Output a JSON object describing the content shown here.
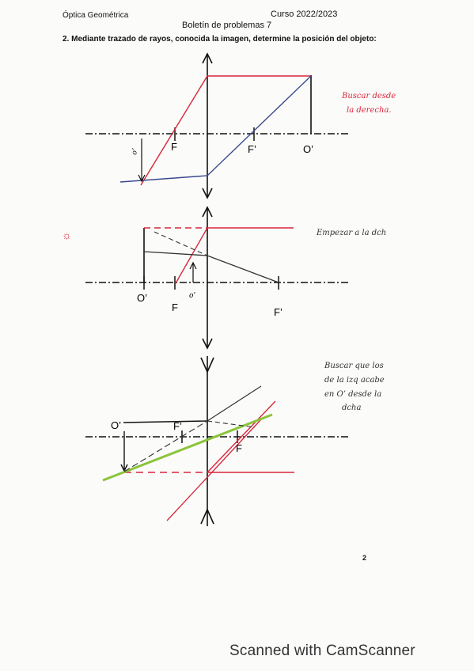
{
  "header": {
    "subject": "Óptica Geométrica",
    "course": "Curso 2022/2023",
    "bulletin": "Boletín de problemas 7",
    "question": "2.  Mediante trazado de rayos, conocida la imagen, determine la posición del objeto:"
  },
  "diagram1": {
    "labels": {
      "f": "F",
      "f_prime": "F’",
      "o_prime": "O’",
      "image_note": "o’"
    },
    "note": [
      "Buscar desde",
      "la derecha."
    ]
  },
  "diagram2": {
    "labels": {
      "o_prime": "O’",
      "f": "F",
      "f_prime": "F’",
      "image_note": "o’"
    },
    "note": [
      "Empezar a la dch"
    ],
    "mark": "☼"
  },
  "diagram3": {
    "labels": {
      "o_prime": "O’",
      "f_prime": "F’",
      "f": "F"
    },
    "note": [
      "Buscar que los",
      "de la izq acabe",
      "en O’ desde la",
      "dcha"
    ]
  },
  "page_number": "2",
  "footer": "Scanned with CamScanner",
  "colors": {
    "red_ink": "#d8263a",
    "blue_ink": "#3a4a8c",
    "green_ink": "#8bc43a",
    "black_ink": "#111111"
  }
}
